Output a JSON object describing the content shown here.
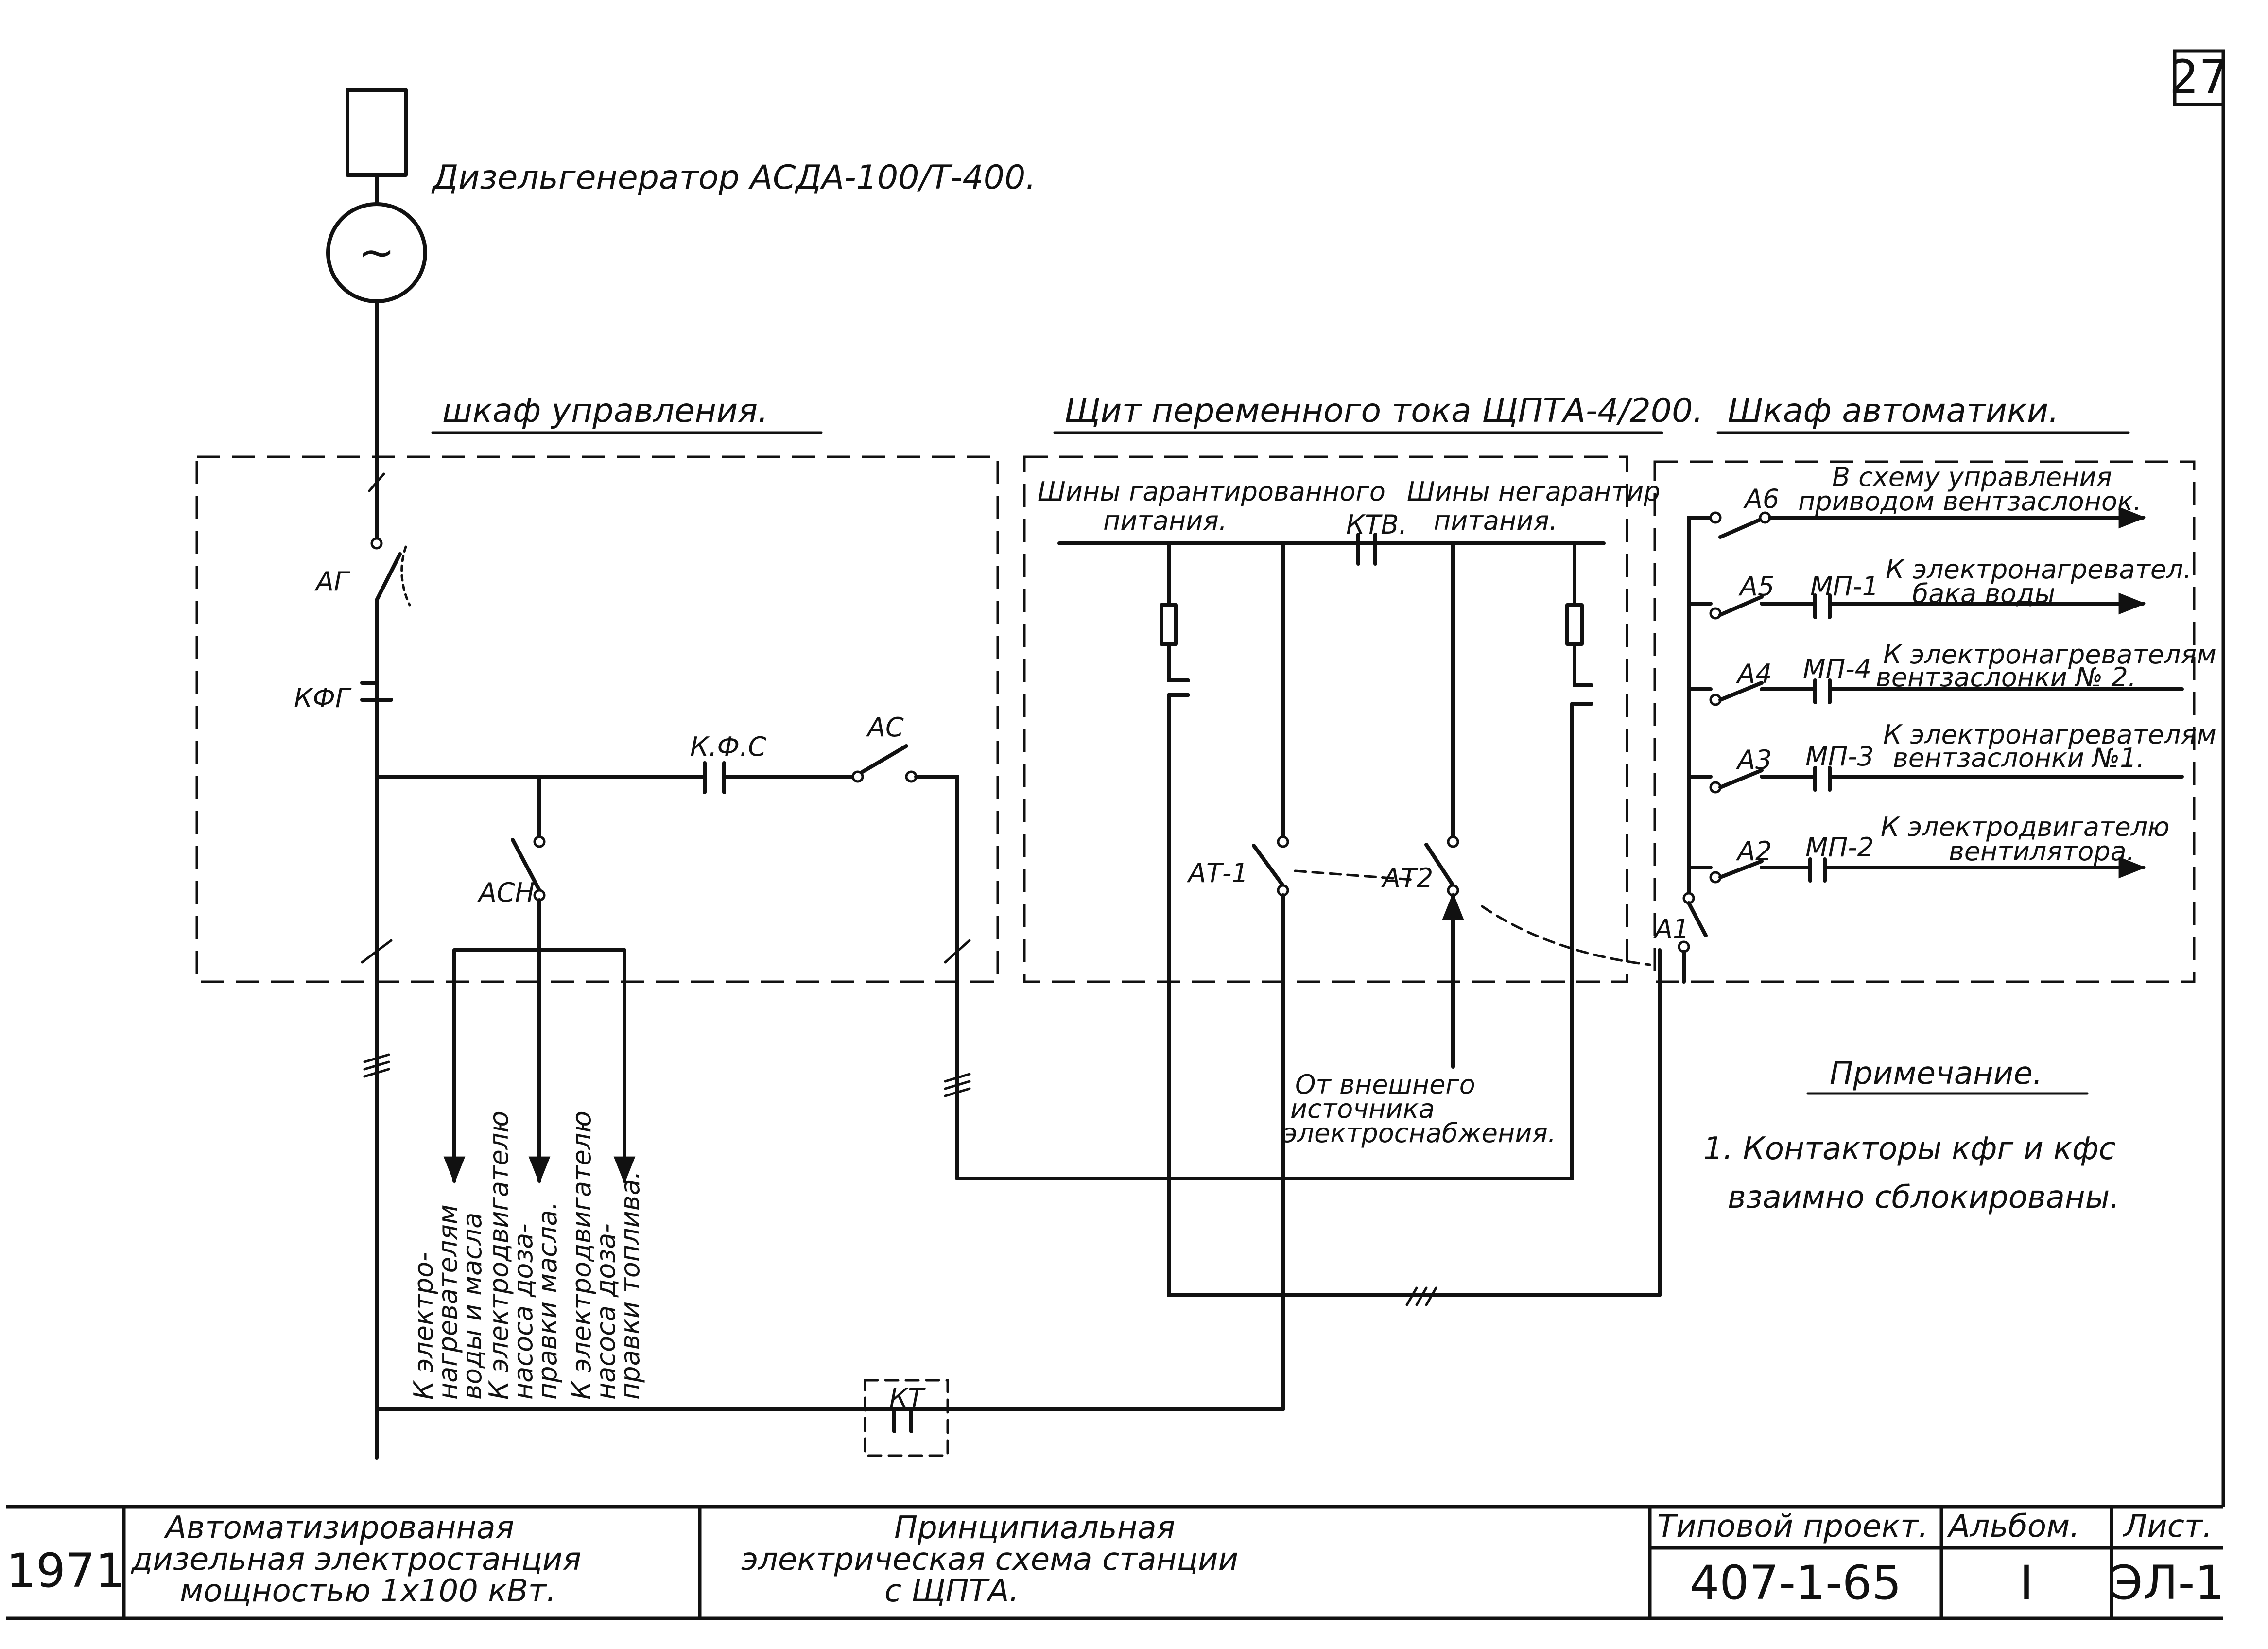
{
  "sheet_number": "27",
  "generator": {
    "label": "Дизельгенератор АСДА-100/Т-400.",
    "symbol": "~"
  },
  "sections": {
    "control": "шкаф управления.",
    "panel": "Щит переменного тока ЩПТА-4/200.",
    "automation": "Шкаф автоматики."
  },
  "control_cabinet": {
    "ag": "АГ",
    "kfg": "КФГ",
    "kfs": "К.Ф.С",
    "ac": "АС",
    "ach": "АСН",
    "outgoing": [
      [
        "К электро-",
        "нагревателям",
        "воды и масла"
      ],
      [
        "К электродвигателю",
        "насоса доза-",
        "правки масла."
      ],
      [
        "К электродвигателю",
        "насоса доза-",
        "правки топлива."
      ]
    ]
  },
  "ac_panel": {
    "bus_guaranteed": [
      "Шины гарантированного",
      "питания."
    ],
    "bus_nonguaranteed": [
      "Шины негарантир",
      "питания."
    ],
    "ktv": "КТВ.",
    "at1": "АТ-1",
    "at2": "АТ2",
    "external_source": [
      "От внешнего",
      "источника",
      "электроснабжения."
    ]
  },
  "kt": "КТ",
  "automation_cabinet": {
    "a1": "А1",
    "feeders": [
      {
        "breaker": "А6",
        "contactor": "",
        "text": [
          "В схему управления",
          "приводом вентзаслонок."
        ]
      },
      {
        "breaker": "А5",
        "contactor": "МП-1",
        "text": [
          "К электронагревател.",
          "бака воды"
        ]
      },
      {
        "breaker": "А4",
        "contactor": "МП-4",
        "text": [
          "К электронагревателям",
          "вентзаслонки № 2."
        ]
      },
      {
        "breaker": "А3",
        "contactor": "МП-3",
        "text": [
          "К электронагревателям",
          "вентзаслонки №1."
        ]
      },
      {
        "breaker": "А2",
        "contactor": "МП-2",
        "text": [
          "К электродвигателю",
          "вентилятора."
        ]
      }
    ]
  },
  "note": {
    "title": "Примечание.",
    "lines": [
      "1. Контакторы кфг и кфс",
      "взаимно сблокированы."
    ]
  },
  "title_block": {
    "year": "1971",
    "org": [
      "Автоматизированная",
      "дизельная электростанция",
      "мощностью 1х100 кВт."
    ],
    "title": [
      "Принципиальная",
      "электрическая схема станции",
      "с ЩПТА."
    ],
    "project_label": "Типовой проект.",
    "project_value": "407-1-65",
    "album_label": "Альбом.",
    "album_value": "I",
    "sheet_label": "Лист.",
    "sheet_value": "ЭЛ-1"
  }
}
